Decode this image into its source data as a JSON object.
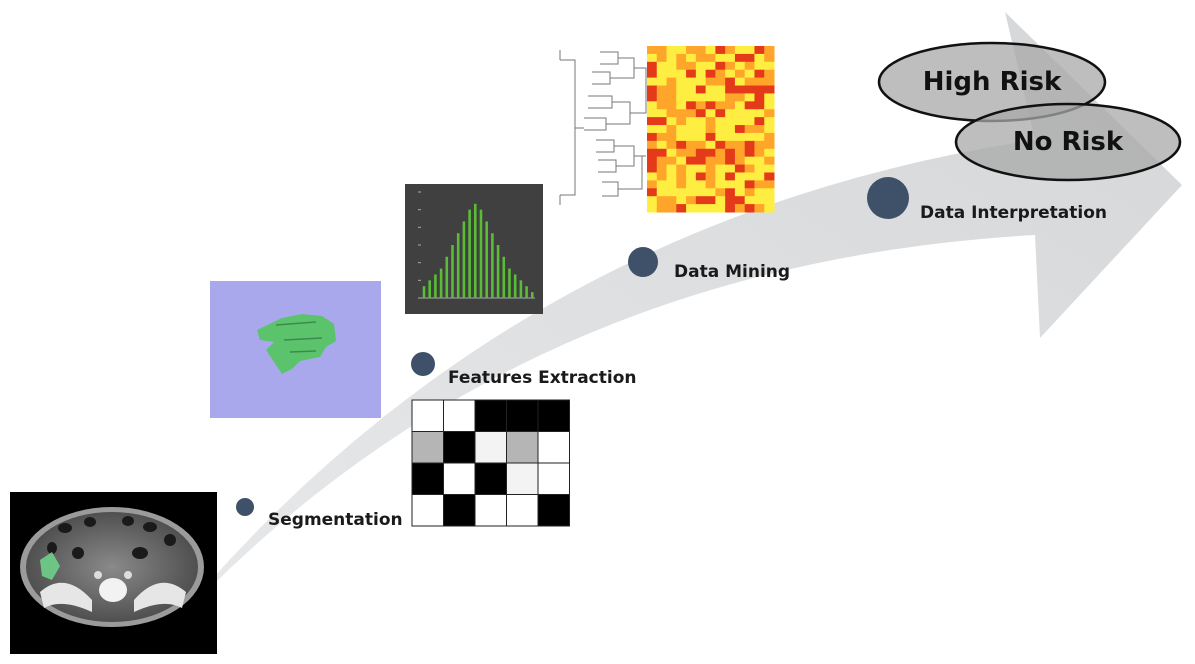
{
  "steps": [
    {
      "label": "Segmentation"
    },
    {
      "label": "Features Extraction"
    },
    {
      "label": "Data Mining"
    },
    {
      "label": "Data Interpretation"
    }
  ],
  "outcomes": [
    {
      "label": "High Risk"
    },
    {
      "label": "No Risk"
    }
  ],
  "colors": {
    "arrow": "#dcdedf",
    "step_dot": "#3f5069",
    "volume_panel_bg": "#a9a8ec",
    "volume_shape": "#5cc36d",
    "histogram_bg": "#404040",
    "histogram_bar": "#5bbd37",
    "heatmap_low": "#ffee42",
    "heatmap_mid": "#ffa52a",
    "heatmap_high": "#e53a1a",
    "ellipse_fill": "#a8a8a8"
  },
  "glcm_matrix": [
    [
      0,
      0,
      4,
      4,
      4
    ],
    [
      2,
      4,
      1,
      2,
      0
    ],
    [
      4,
      0,
      4,
      1,
      0
    ],
    [
      0,
      4,
      0,
      0,
      4
    ]
  ],
  "histogram": {
    "values": [
      2,
      3,
      4,
      5,
      7,
      9,
      11,
      13,
      15,
      16,
      15,
      13,
      11,
      9,
      7,
      5,
      4,
      3,
      2,
      1
    ],
    "ymax": 18
  },
  "heatmap": {
    "rows": 21,
    "cols": 13
  }
}
